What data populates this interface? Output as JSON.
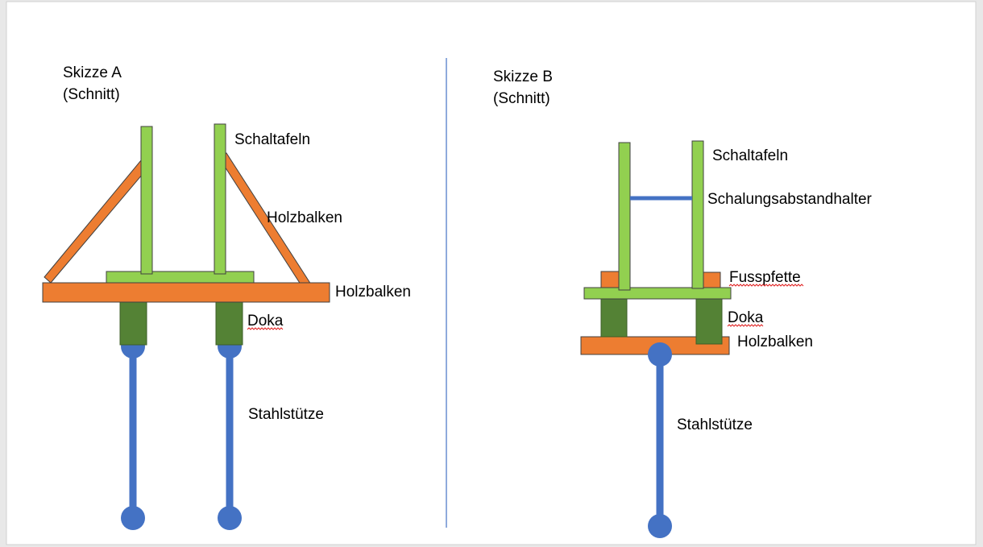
{
  "sketch_a": {
    "title_line1": "Skizze A",
    "title_line2": "(Schnitt)",
    "labels": {
      "schaltafeln": "Schaltafeln",
      "holzbalken_diagonal": "Holzbalken",
      "holzbalken_base": "Holzbalken",
      "doka": "Doka",
      "stahlstuetze": "Stahlstütze"
    }
  },
  "sketch_b": {
    "title_line1": "Skizze B",
    "title_line2": "(Schnitt)",
    "labels": {
      "schaltafeln": "Schaltafeln",
      "schalungsabstandhalter": "Schalungsabstandhalter",
      "fusspfette": "Fusspfette",
      "doka": "Doka",
      "holzbalken": "Holzbalken",
      "stahlstuetze": "Stahlstütze"
    }
  },
  "colors": {
    "formwork_green": "#92D050",
    "timber_orange": "#ED7D31",
    "doka_dark_green": "#548235",
    "steel_blue": "#4472C4",
    "divider_blue": "#4472C4",
    "spellcheck_red": "#E02020"
  }
}
